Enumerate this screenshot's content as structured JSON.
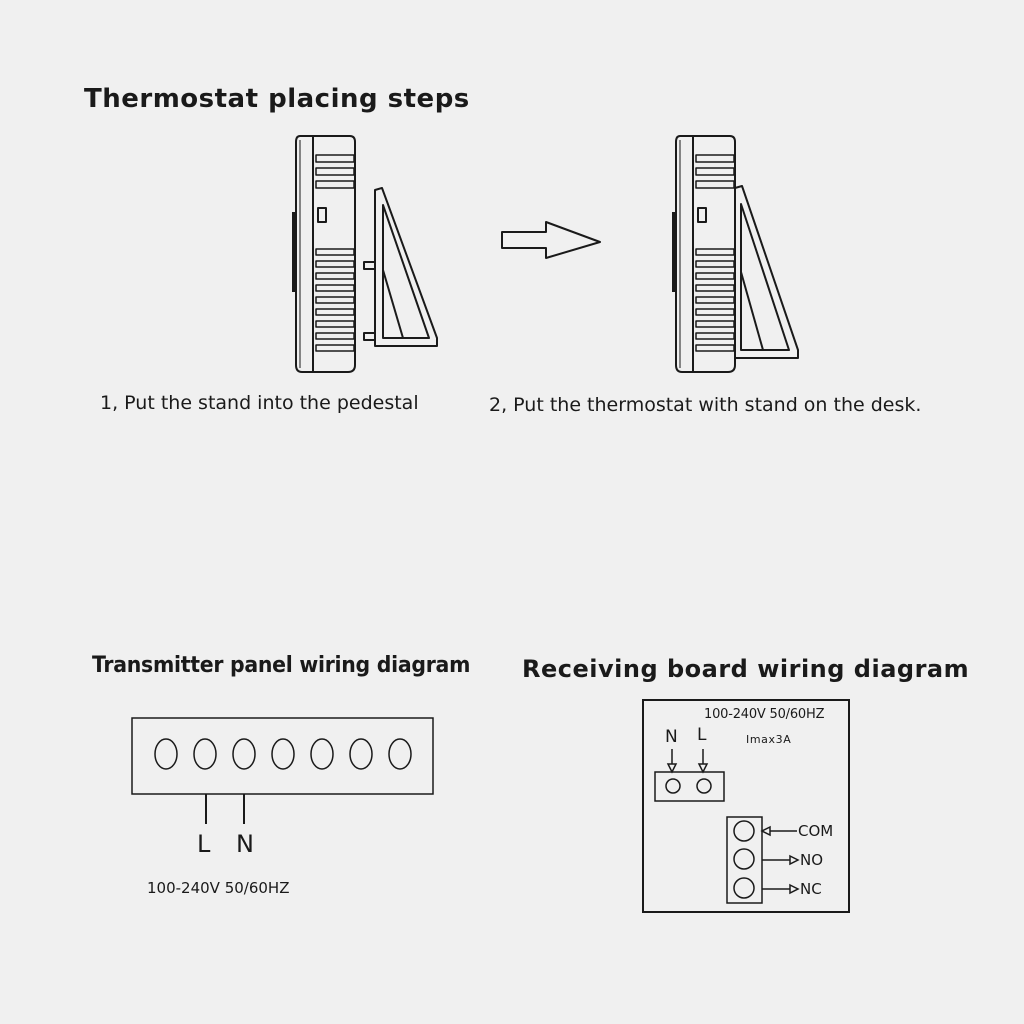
{
  "placing": {
    "title": "Thermostat placing steps",
    "step1": "1, Put the stand into the pedestal",
    "step2": "2, Put the thermostat with stand on the desk."
  },
  "transmitter": {
    "title": "Transmitter panel wiring diagram",
    "terminal_count": 7,
    "label_l": "L",
    "label_n": "N",
    "voltage": "100-240V 50/60HZ"
  },
  "receiver": {
    "title": "Receiving board wiring diagram",
    "voltage": "100-240V 50/60HZ",
    "current": "Imax3A",
    "label_n": "N",
    "label_l": "L",
    "com": "COM",
    "no": "NO",
    "nc": "NC"
  }
}
